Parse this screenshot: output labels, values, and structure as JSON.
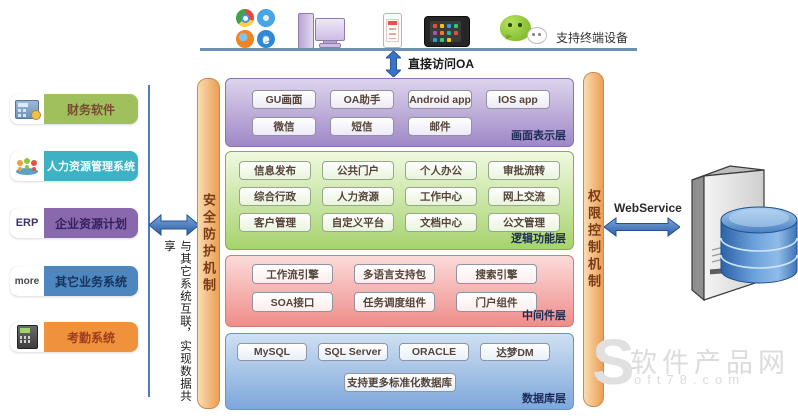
{
  "palette": {
    "layer_presentation": "#9f88c7",
    "layer_logic": "#a6d36e",
    "layer_middleware": "#ef8d8a",
    "layer_database": "#7da7db",
    "mechanism_bar": "#eb9e54",
    "arrow_blue": "#3a74c4",
    "sidebar_finance": "#a0c05e",
    "sidebar_hr": "#3db2c4",
    "sidebar_erp": "#8a68ae",
    "sidebar_more": "#4e86c0",
    "sidebar_attendance": "#f0923c"
  },
  "top": {
    "devices_label": "支持终端设备",
    "direct_access_label": "直接访问OA",
    "device_icons": [
      "chrome-icon",
      "safari-icon",
      "firefox-icon",
      "ie-icon",
      "desktop-icon",
      "smartphone-icon",
      "tablet-icon",
      "wechat-icon"
    ]
  },
  "sidebar": {
    "items": [
      {
        "badge": "",
        "label": "财务软件",
        "icon": "finance-icon"
      },
      {
        "badge": "",
        "label": "人力资源管理系统",
        "icon": "people-icon"
      },
      {
        "badge": "ERP",
        "label": "企业资源计划",
        "icon": "erp-text-badge"
      },
      {
        "badge": "more",
        "label": "其它业务系统",
        "icon": "more-text-badge"
      },
      {
        "badge": "",
        "label": "考勤系统",
        "icon": "attendance-machine-icon"
      }
    ],
    "interlink_note": "与其它系统互联，实现数据共享"
  },
  "security_bar_label": "安全防护机制",
  "permission_bar_label": "权限控制机制",
  "layers": [
    {
      "label": "画面表示层",
      "items": [
        "GU画面",
        "OA助手",
        "Android app",
        "IOS app",
        "微信",
        "短信",
        "邮件"
      ]
    },
    {
      "label": "逻辑功能层",
      "items": [
        "信息发布",
        "公共门户",
        "个人办公",
        "审批流转",
        "综合行政",
        "人力资源",
        "工作中心",
        "网上交流",
        "客户管理",
        "自定义平台",
        "文档中心",
        "公文管理"
      ]
    },
    {
      "label": "中间件层",
      "items": [
        "工作流引擎",
        "多语言支持包",
        "搜索引擎",
        "SOA接口",
        "任务调度组件",
        "门户组件"
      ]
    },
    {
      "label": "数据库层",
      "items": [
        "MySQL",
        "SQL Server",
        "ORACLE",
        "达梦DM"
      ],
      "wide_item": "支持更多标准化数据库"
    }
  ],
  "right": {
    "webservice_label": "WebService"
  },
  "watermark": {
    "letter": "S",
    "name": "软件产品网",
    "domain": "oft78.com"
  }
}
